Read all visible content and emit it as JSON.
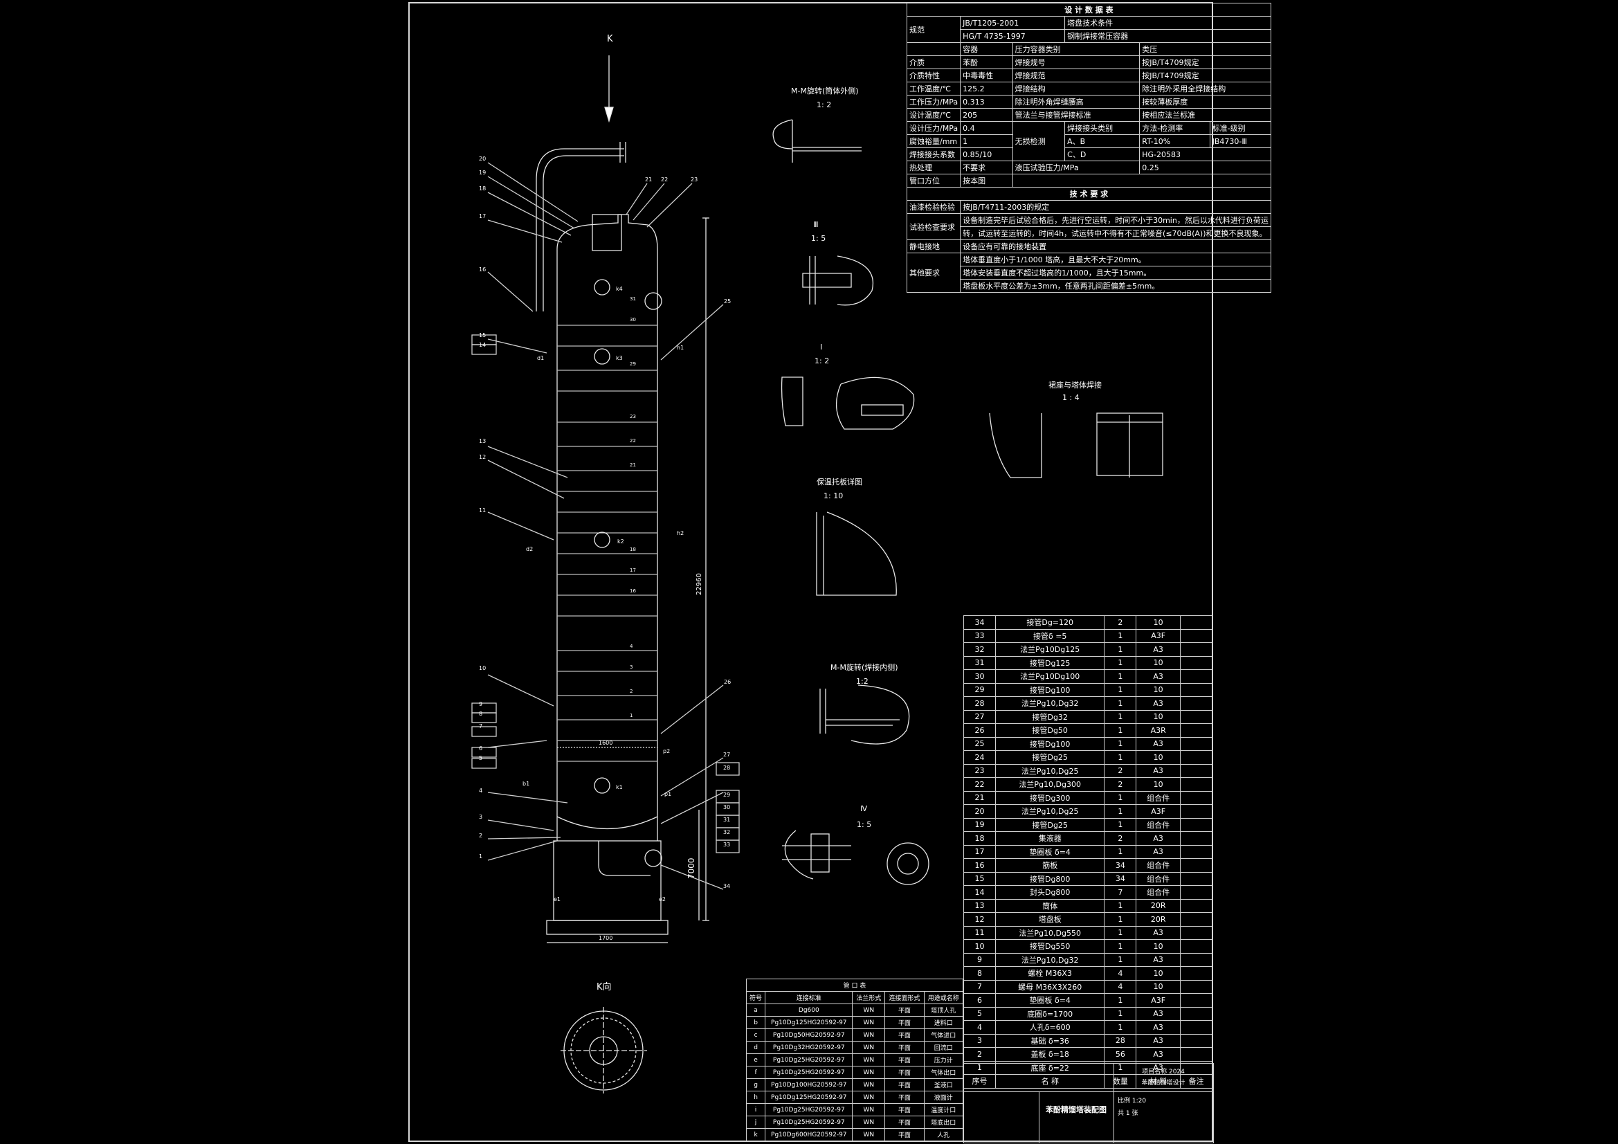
{
  "design": {
    "title": "设 计 数 据 表",
    "spec_label": "规范",
    "spec_rows": [
      {
        "code": "JB/T1205-2001",
        "name": "塔盘技术条件"
      },
      {
        "code": "HG/T 4735-1997",
        "name": "钢制焊接常压容器"
      }
    ],
    "col_headers": [
      "容器",
      "压力容器类别",
      "类压"
    ],
    "rows": [
      [
        "介质",
        "苯酚",
        "焊接规号",
        "按JB/T4709规定"
      ],
      [
        "介质特性",
        "中毒毒性",
        "焊接规范",
        "按JB/T4709规定"
      ],
      [
        "工作温度/℃",
        "125.2",
        "焊接结构",
        "除注明外采用全焊接结构"
      ],
      [
        "工作压力/MPa",
        "0.313",
        "除注明外角焊缝腰高",
        "按较薄板厚度"
      ],
      [
        "设计温度/℃",
        "205",
        "管法兰与接管焊接标准",
        "按相应法兰标准"
      ],
      [
        "设计压力/MPa",
        "0.4",
        "焊接接头类别",
        "方法-检测率",
        "标准-级别"
      ],
      [
        "腐蚀裕量/mm",
        "1",
        "A、B",
        "RT-10%",
        "JB4730-Ⅲ"
      ],
      [
        "焊接接头系数",
        "0.85/10",
        "C、D",
        "HG-20583"
      ],
      [
        "热处理",
        "不要求",
        "液压试验压力/MPa",
        "0.25"
      ],
      [
        "管口方位",
        "按本图"
      ]
    ],
    "nde_label": "无损检测",
    "tech_title": "技 术 要 求",
    "tech_rows": [
      [
        "油漆检验检验",
        "按JB/T4711-2003的规定"
      ],
      [
        "试验检查要求",
        "设备制造完毕后试验合格后，先进行空运转，时间不小于30min，然后以水代料进行负荷运",
        "转，试运转至运转的，时间4h，试运转中不得有不正常噪音(≤70dB(A))和更换不良现象。"
      ],
      [
        "静电接地",
        "设备应有可靠的接地装置"
      ],
      [
        "其他要求",
        "塔体垂直度小于1/1000 塔高，且最大不大于20mm。",
        "塔体安装垂直度不超过塔高的1/1000，且大于15mm。",
        "塔盘板水平度公差为±3mm，任意两孔间距偏差±5mm。"
      ]
    ]
  },
  "parts": {
    "rows": [
      [
        "34",
        "接管Dg=120",
        "2",
        "10"
      ],
      [
        "33",
        "接管δ =5",
        "1",
        "A3F"
      ],
      [
        "32",
        "法兰Pg10Dg125",
        "1",
        "A3"
      ],
      [
        "31",
        "接管Dg125",
        "1",
        "10"
      ],
      [
        "30",
        "法兰Pg10Dg100",
        "1",
        "A3"
      ],
      [
        "29",
        "接管Dg100",
        "1",
        "10"
      ],
      [
        "28",
        "法兰Pg10,Dg32",
        "1",
        "A3"
      ],
      [
        "27",
        "接管Dg32",
        "1",
        "10"
      ],
      [
        "26",
        "接管Dg50",
        "1",
        "A3R"
      ],
      [
        "25",
        "接管Dg100",
        "1",
        "A3"
      ],
      [
        "24",
        "接管Dg25",
        "1",
        "10"
      ],
      [
        "23",
        "法兰Pg10,Dg25",
        "2",
        "A3"
      ],
      [
        "22",
        "法兰Pg10,Dg300",
        "2",
        "10"
      ],
      [
        "21",
        "接管Dg300",
        "1",
        "组合件"
      ],
      [
        "20",
        "法兰Pg10,Dg25",
        "1",
        "A3F"
      ],
      [
        "19",
        "接管Dg25",
        "1",
        "组合件"
      ],
      [
        "18",
        "集液器",
        "2",
        "A3"
      ],
      [
        "17",
        "垫圈板 δ=4",
        "1",
        "A3"
      ],
      [
        "16",
        "筋板",
        "34",
        "组合件"
      ],
      [
        "15",
        "接管Dg800",
        "34",
        "组合件"
      ],
      [
        "14",
        "封头Dg800",
        "7",
        "组合件"
      ],
      [
        "13",
        "筒体",
        "1",
        "20R"
      ],
      [
        "12",
        "塔盘板",
        "1",
        "20R"
      ],
      [
        "11",
        "法兰Pg10,Dg550",
        "1",
        "A3"
      ],
      [
        "10",
        "接管Dg550",
        "1",
        "10"
      ],
      [
        "9",
        "法兰Pg10,Dg32",
        "1",
        "A3"
      ],
      [
        "8",
        "螺栓 M36X3",
        "4",
        "10"
      ],
      [
        "7",
        "螺母 M36X3X260",
        "4",
        "10"
      ],
      [
        "6",
        "垫圈板 δ=4",
        "1",
        "A3F"
      ],
      [
        "5",
        "底圈δ=1700",
        "1",
        "A3"
      ],
      [
        "4",
        "人孔δ=600",
        "1",
        "A3"
      ],
      [
        "3",
        "基础 δ=36",
        "28",
        "A3"
      ],
      [
        "2",
        "盖板 δ=18",
        "56",
        "A3"
      ],
      [
        "1",
        "底座 δ=22",
        "1",
        "A3"
      ]
    ],
    "footer": [
      "序号",
      "名  称",
      "数量",
      "材  料",
      "备注"
    ]
  },
  "nozzles": {
    "title": "管  口  表",
    "headers": [
      "符号",
      "连接标准",
      "法兰形式",
      "连接面形式",
      "用途或名称"
    ],
    "rows": [
      [
        "a",
        "Dg600",
        "WN",
        "平面",
        "塔顶人孔"
      ],
      [
        "b",
        "Pg10Dg125HG20592-97",
        "WN",
        "平面",
        "进料口"
      ],
      [
        "c",
        "Pg10Dg50HG20592-97",
        "WN",
        "平面",
        "气体进口"
      ],
      [
        "d",
        "Pg10Dg32HG20592-97",
        "WN",
        "平面",
        "回流口"
      ],
      [
        "e",
        "Pg10Dg25HG20592-97",
        "WN",
        "平面",
        "压力计"
      ],
      [
        "f",
        "Pg10Dg25HG20592-97",
        "WN",
        "平面",
        "气体出口"
      ],
      [
        "g",
        "Pg10Dg100HG20592-97",
        "WN",
        "平面",
        "釜液口"
      ],
      [
        "h",
        "Pg10Dg125HG20592-97",
        "WN",
        "平面",
        "液面计"
      ],
      [
        "i",
        "Pg10Dg25HG20592-97",
        "WN",
        "平面",
        "温度计口"
      ],
      [
        "j",
        "Pg10Dg25HG20592-97",
        "WN",
        "平面",
        "塔底出口"
      ],
      [
        "k",
        "Pg10Dg600HG20592-97",
        "WN",
        "平面",
        "人孔"
      ]
    ]
  },
  "title_block": {
    "project": "项目名称 2024",
    "subject": "苯酚精馏塔设计",
    "drawing_title": "苯酚精馏塔装配图",
    "scale": "比例 1:20",
    "sheet": "共 1 张"
  },
  "views": {
    "k_arrow": "K",
    "mm_top": "M-M旋转(筒体外侧)",
    "mm_top_scale": "1: 2",
    "view3": "Ⅲ",
    "view3_scale": "1: 5",
    "view1": "I",
    "view1_scale": "1: 2",
    "skirt_weld": "裙座与塔体焊接",
    "skirt_weld_scale": "1 : 4",
    "insulation": "保温托板详图",
    "insulation_scale": "1: 10",
    "mm_bottom": "M-M旋转(焊接内侧)",
    "mm_bottom_scale": "1:2",
    "view4": "Ⅳ",
    "view4_scale": "1: 5",
    "k_view": "K向"
  },
  "tower": {
    "height_dim": "22960",
    "bottom_dim": "7000",
    "diameter_dim": "1600",
    "base_dim": "1700",
    "leader_labels_left": [
      "20",
      "19",
      "18",
      "17",
      "16",
      "15",
      "14",
      "13",
      "12",
      "11",
      "10",
      "9",
      "8",
      "7",
      "6",
      "5",
      "4",
      "3",
      "2",
      "1"
    ],
    "leader_labels_right": [
      "21",
      "22",
      "23",
      "25",
      "26",
      "27",
      "28",
      "29",
      "30",
      "31",
      "32",
      "33",
      "34"
    ],
    "tray_numbers": [
      "31",
      "30",
      "29",
      "23",
      "22",
      "21",
      "18",
      "17",
      "16",
      "4",
      "3",
      "2",
      "1"
    ],
    "nozzle_tags": [
      "k4",
      "k3",
      "k2",
      "k1",
      "h1",
      "h2",
      "b1",
      "p1",
      "p2",
      "d1",
      "d2",
      "e1",
      "e2"
    ]
  }
}
